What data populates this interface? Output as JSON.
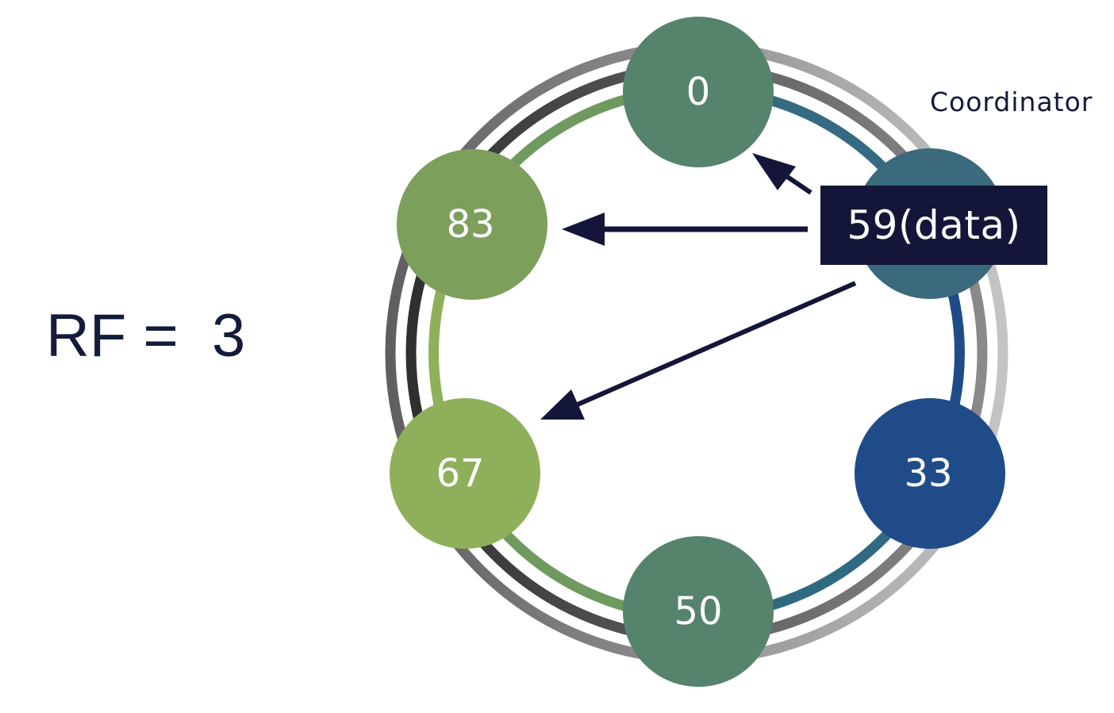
{
  "diagram": {
    "rf_label": "RF =  3",
    "coordinator_label": "Coordinator",
    "data_label": "59(data)",
    "nodes": [
      {
        "id": "0",
        "label": "0",
        "color": "#56836c"
      },
      {
        "id": "17",
        "label": "",
        "color": "#3a6a7c"
      },
      {
        "id": "33",
        "label": "33",
        "color": "#1f4c88"
      },
      {
        "id": "50",
        "label": "50",
        "color": "#56836c"
      },
      {
        "id": "67",
        "label": "67",
        "color": "#8fb05a"
      },
      {
        "id": "83",
        "label": "83",
        "color": "#7c9f5c"
      }
    ],
    "colors": {
      "text_dark": "#131a3a",
      "data_box": "#131638",
      "arrow": "#131638",
      "ring_light_gray": "#bdbdbd",
      "ring_mid_gray": "#6e6e6e",
      "ring_dark": "#333333"
    }
  }
}
